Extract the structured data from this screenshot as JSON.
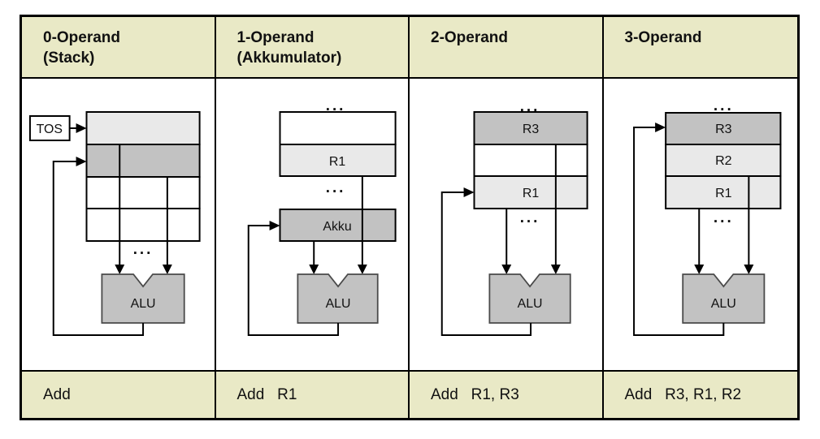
{
  "colors": {
    "page_bg": "#FFFFFF",
    "header_bg": "#E9E9C6",
    "cell_light": "#E9E9E9",
    "cell_dark": "#C2C2C2",
    "border": "#000000"
  },
  "columns": [
    {
      "title_line1": "0-Operand",
      "title_line2": "(Stack)",
      "instruction": "Add"
    },
    {
      "title_line1": "1-Operand",
      "title_line2": "(Akkumulator)",
      "instruction": "Add   R1"
    },
    {
      "title_line1": "2-Operand",
      "title_line2": "",
      "instruction": "Add   R1, R3"
    },
    {
      "title_line1": "3-Operand",
      "title_line2": "",
      "instruction": "Add   R3, R1, R2"
    }
  ],
  "diagrams": {
    "stack": {
      "tos": "TOS",
      "alu": "ALU",
      "dots_bottom": "..."
    },
    "accumulator": {
      "dots_top": "...",
      "r1": "R1",
      "dots_mid": "...",
      "akku": "Akku",
      "alu": "ALU"
    },
    "two_operand": {
      "dots_top": "...",
      "r3": "R3",
      "r1": "R1",
      "dots_mid": "...",
      "alu": "ALU"
    },
    "three_operand": {
      "dots_top": "...",
      "r3": "R3",
      "r2": "R2",
      "r1": "R1",
      "dots_mid": "...",
      "alu": "ALU"
    }
  }
}
